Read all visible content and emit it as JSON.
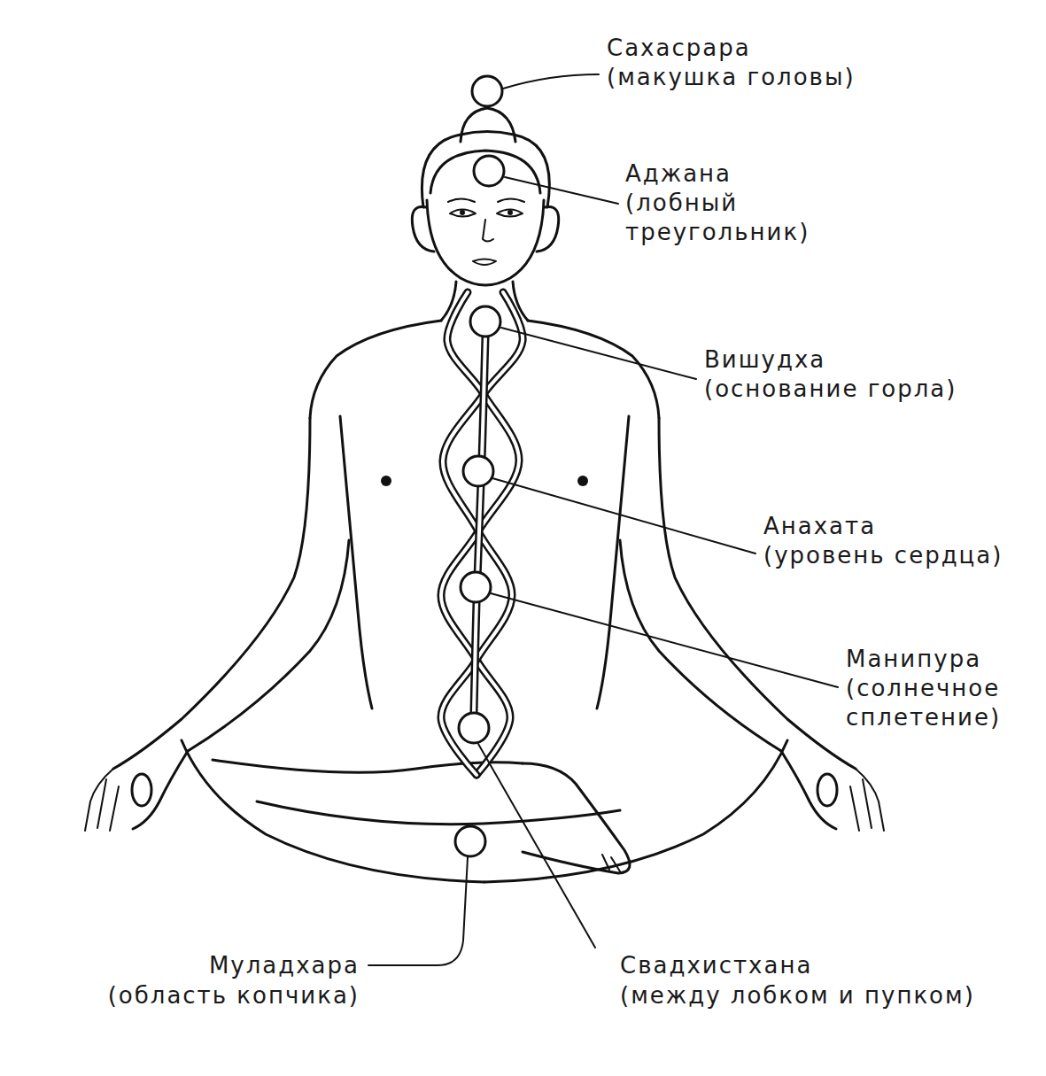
{
  "diagram": {
    "labels": [
      "Сахасрара",
      "(макушка головы)",
      "Аджана",
      "(лобный треугольник)",
      "Вишудха",
      "(основание горла)",
      "Анахата",
      "(уровень сердца)",
      "Манипура",
      "(солнечное сплетение)",
      "Муладхара",
      "(область копчика)",
      "Свадхистхана",
      "(между лобком и пупком)"
    ]
  }
}
